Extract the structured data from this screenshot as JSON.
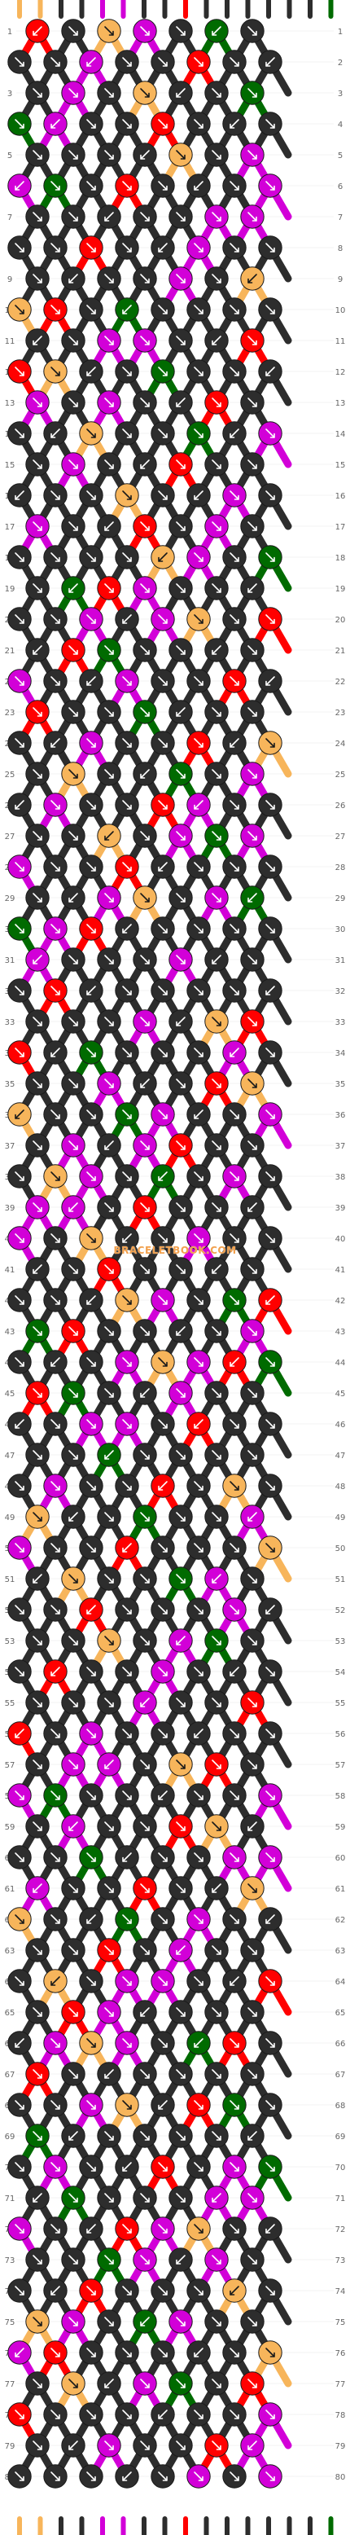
{
  "site": {
    "watermark": "BRACELETBOOK.COM"
  },
  "pattern": {
    "rows": 80,
    "knots_per_row": [
      7,
      8
    ],
    "row_numbers": [
      1,
      2,
      3,
      4,
      5,
      6,
      7,
      8,
      9,
      10,
      11,
      12,
      13,
      14,
      15,
      16,
      17,
      18,
      19,
      20,
      21,
      22,
      23,
      24,
      25,
      26,
      27,
      28,
      29,
      30,
      31,
      32,
      33,
      34,
      35,
      36,
      37,
      38,
      39,
      40,
      41,
      42,
      43,
      44,
      45,
      46,
      47,
      48,
      49,
      50,
      51,
      52,
      53,
      54,
      55,
      56,
      57,
      58,
      59,
      60,
      61,
      62,
      63,
      64,
      65,
      66,
      67,
      68,
      69,
      70,
      71,
      72,
      73,
      74,
      75,
      76,
      77,
      78,
      79,
      80
    ],
    "string_colors": [
      "#f7b55b",
      "#f7b55b",
      "#2d2d2d",
      "#2d2d2d",
      "#d200d8",
      "#d200d8",
      "#2d2d2d",
      "#2d2d2d",
      "#ff0000",
      "#2d2d2d",
      "#2d2d2d",
      "#2d2d2d",
      "#2d2d2d",
      "#2d2d2d",
      "#2d2d2d",
      "#006b00"
    ],
    "colors": {
      "orange": "#f7b55b",
      "black": "#2d2d2d",
      "magenta": "#d200d8",
      "red": "#ff0000",
      "green": "#006b00",
      "background": "#ffffff"
    }
  }
}
